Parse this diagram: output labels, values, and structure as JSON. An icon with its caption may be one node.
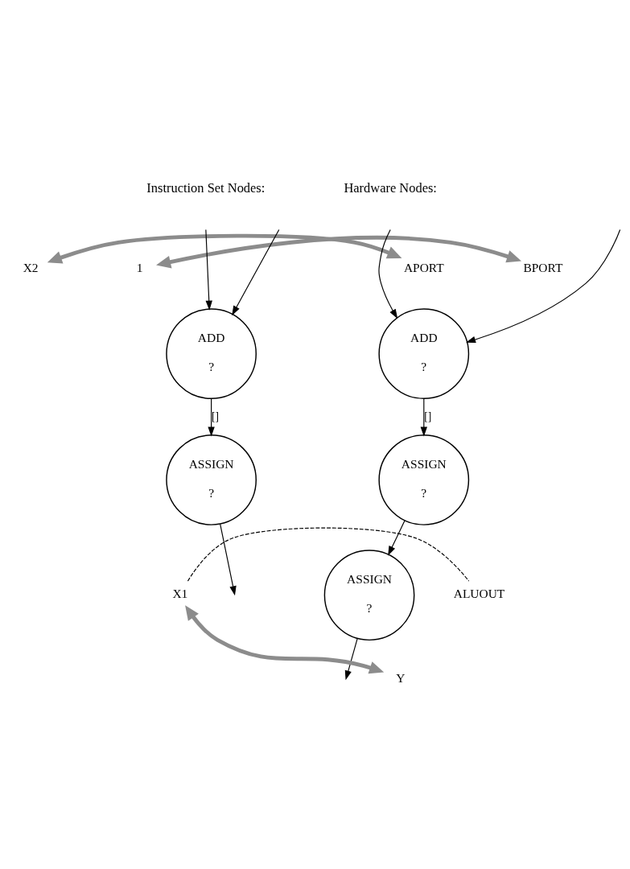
{
  "diagram": {
    "nodes": [
      {
        "text": [
          "ADD",
          "?"
        ]
      },
      {
        "text": [
          "ASSIGN",
          "?"
        ]
      },
      {
        "text": [
          "ADD",
          "?"
        ]
      },
      {
        "text": [
          "ASSIGN",
          "?"
        ]
      },
      {
        "text": [
          "ASSIGN",
          "?"
        ]
      },
      {
        "text": [
          "X2"
        ]
      },
      {
        "text": [
          "1"
        ]
      },
      {
        "text": [
          "APORT"
        ]
      },
      {
        "text": [
          "BPORT"
        ]
      },
      {
        "text": [
          "X1"
        ]
      },
      {
        "text": [
          "ALUOUT"
        ]
      },
      {
        "text": [
          "Y"
        ]
      }
    ],
    "edges": [
      {
        "from": null,
        "to": 0,
        "arrow": "to"
      },
      {
        "from": null,
        "to": 0,
        "arrow": "to"
      },
      {
        "from": 0,
        "to": 1,
        "arrow": "to",
        "label": "[]"
      },
      {
        "from": 1,
        "to": null,
        "arrow": "to"
      },
      {
        "from": null,
        "to": 2,
        "arrow": "to"
      },
      {
        "from": null,
        "to": 2,
        "arrow": "to"
      },
      {
        "from": 2,
        "to": 3,
        "arrow": "to",
        "label": "[]"
      },
      {
        "from": 3,
        "to": 4,
        "arrow": "to"
      },
      {
        "from": 4,
        "to": null,
        "arrow": "to"
      },
      {
        "from": 5,
        "to": 7,
        "arrow": "both",
        "style": "thick",
        "color": "#8c8c8c"
      },
      {
        "from": 6,
        "to": 8,
        "arrow": "both",
        "style": "thick",
        "color": "#8c8c8c"
      },
      {
        "from": 9,
        "to": 10,
        "arrow": "none",
        "style": "dashed"
      },
      {
        "from": 9,
        "to": 11,
        "arrow": "both",
        "style": "thick",
        "color": "#8c8c8c"
      }
    ],
    "labels": [
      "Instruction Set Nodes:",
      "Hardware Nodes:"
    ]
  }
}
